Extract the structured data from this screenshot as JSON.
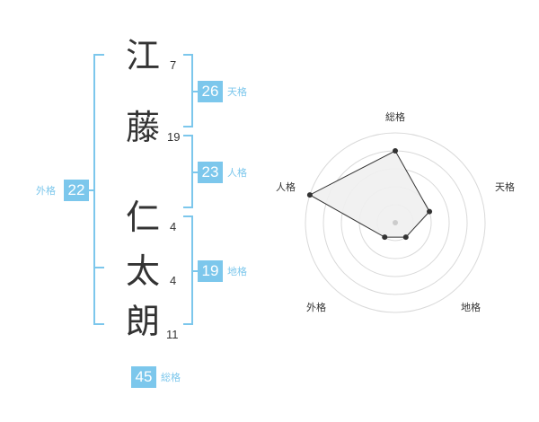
{
  "name": {
    "chars": [
      {
        "char": "江",
        "strokes": "7"
      },
      {
        "char": "藤",
        "strokes": "19"
      },
      {
        "char": "仁",
        "strokes": "4"
      },
      {
        "char": "太",
        "strokes": "4"
      },
      {
        "char": "朗",
        "strokes": "11"
      }
    ]
  },
  "kakusu": {
    "tenkaku": {
      "value": "26",
      "label": "天格"
    },
    "jinkaku": {
      "value": "23",
      "label": "人格"
    },
    "chikaku": {
      "value": "19",
      "label": "地格"
    },
    "gaikaku": {
      "value": "22",
      "label": "外格"
    },
    "soukaku": {
      "value": "45",
      "label": "総格"
    }
  },
  "colors": {
    "accent": "#7cc7ec",
    "text": "#333333",
    "grid": "#d9d9d9",
    "fill": "#f0f0f0"
  },
  "chart_data": {
    "type": "radar",
    "axes": [
      "総格",
      "天格",
      "地格",
      "外格",
      "人格"
    ],
    "scale_max": 5,
    "rings": 5,
    "values": [
      4,
      2,
      1,
      1,
      5
    ]
  }
}
